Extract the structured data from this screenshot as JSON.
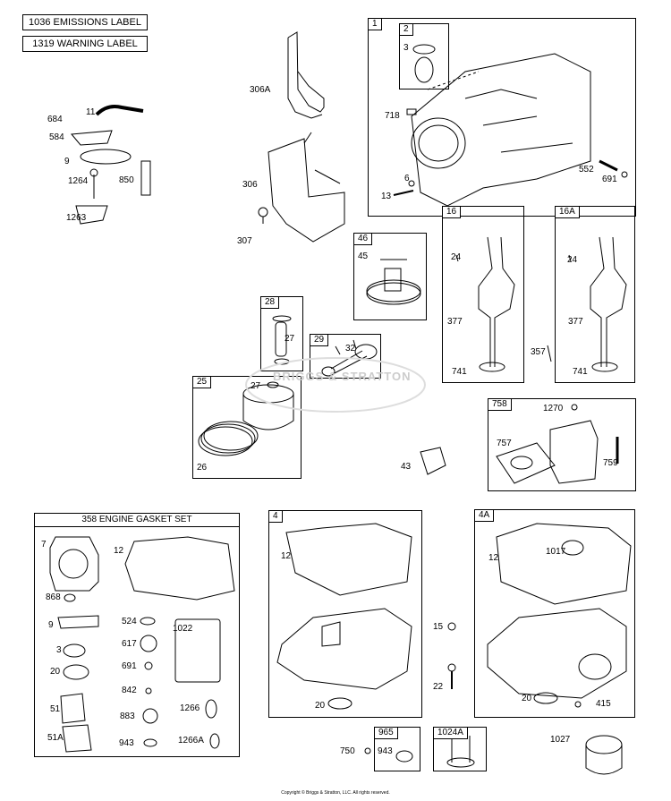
{
  "header_labels": {
    "emissions": "1036 EMISSIONS LABEL",
    "warning": "1319 WARNING LABEL"
  },
  "groups": {
    "cylinder": "1",
    "sleeve_kit": "2",
    "cam_gear": "46",
    "crank_16": "16",
    "crank_16a": "16A",
    "pin_28": "28",
    "rod_29": "29",
    "piston_25": "25",
    "breather_758": "758",
    "gasket_set": "358 ENGINE GASKET SET",
    "sump_4": "4",
    "sump_4a": "4A",
    "kit_965": "965",
    "kit_1024a": "1024A"
  },
  "callouts": {
    "c684": "684",
    "c11": "11",
    "c584": "584",
    "c9a": "9",
    "c1264": "1264",
    "c850": "850",
    "c1263": "1263",
    "c306a": "306A",
    "c306": "306",
    "c307": "307",
    "c3a": "3",
    "c718": "718",
    "c6": "6",
    "c13": "13",
    "c552": "552",
    "c691a": "691",
    "c45": "45",
    "c24a": "24",
    "c377a": "377",
    "c741a": "741",
    "c24b": "24",
    "c377b": "377",
    "c741b": "741",
    "c357": "357",
    "c27a": "27",
    "c32": "32",
    "c27b": "27",
    "c26": "26",
    "c1270": "1270",
    "c757": "757",
    "c759": "759",
    "c43": "43",
    "c7": "7",
    "c12a": "12",
    "c868": "868",
    "c9b": "9",
    "c524": "524",
    "c1022": "1022",
    "c3b": "3",
    "c617": "617",
    "c20a": "20",
    "c691b": "691",
    "c842": "842",
    "c51": "51",
    "c883": "883",
    "c1266": "1266",
    "c51a": "51A",
    "c943a": "943",
    "c1266a": "1266A",
    "c12b": "12",
    "c15": "15",
    "c22": "22",
    "c20b": "20",
    "c12c": "12",
    "c1017": "1017",
    "c20c": "20",
    "c415": "415",
    "c750": "750",
    "c943b": "943",
    "c1027": "1027"
  },
  "watermark": "BRIGGS & STRATTON",
  "copyright": "Copyright © Briggs & Stratton, LLC. All rights reserved."
}
